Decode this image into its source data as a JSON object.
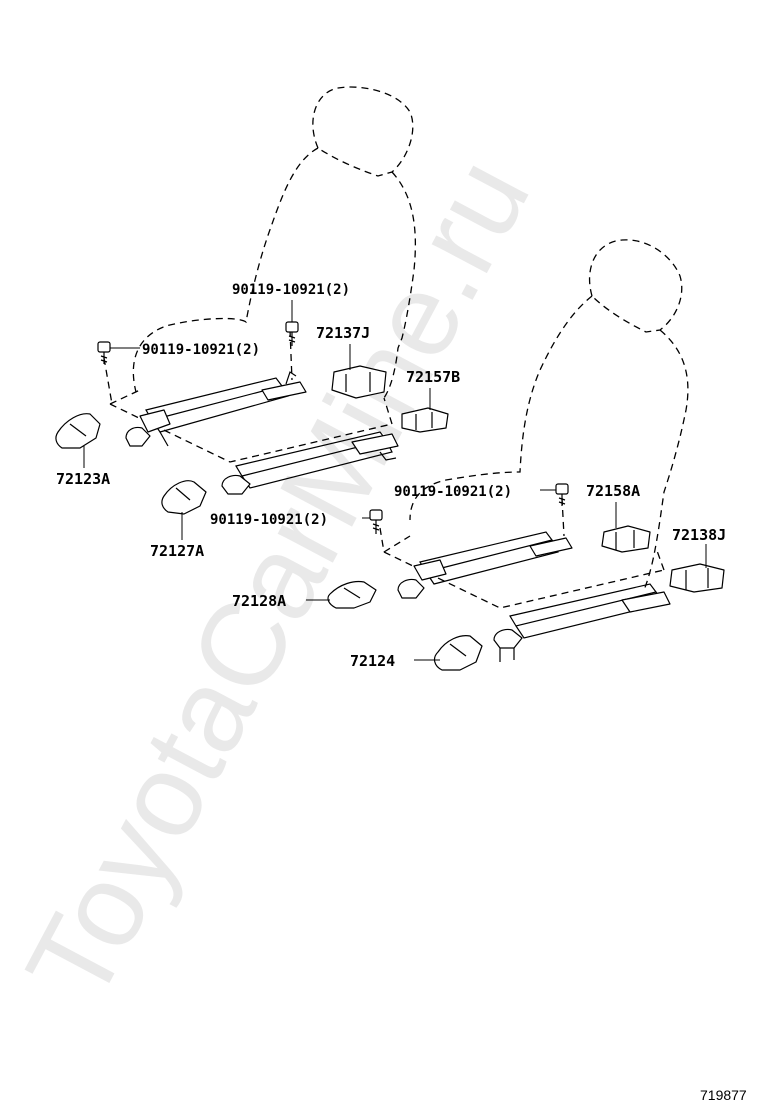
{
  "watermark": "ToyotaCarMine.ru",
  "figure_number": "719877",
  "labels": {
    "bolt_left_top": "90119-10921(2)",
    "bolt_left_side": "90119-10921(2)",
    "p72137j": "72137J",
    "p72157b": "72157B",
    "p72123a": "72123A",
    "p72127a": "72127A",
    "bolt_right_mid": "90119-10921(2)",
    "bolt_right_top": "90119-10921(2)",
    "p72158a": "72158A",
    "p72138j": "72138J",
    "p72128a": "72128A",
    "p72124": "72124"
  }
}
